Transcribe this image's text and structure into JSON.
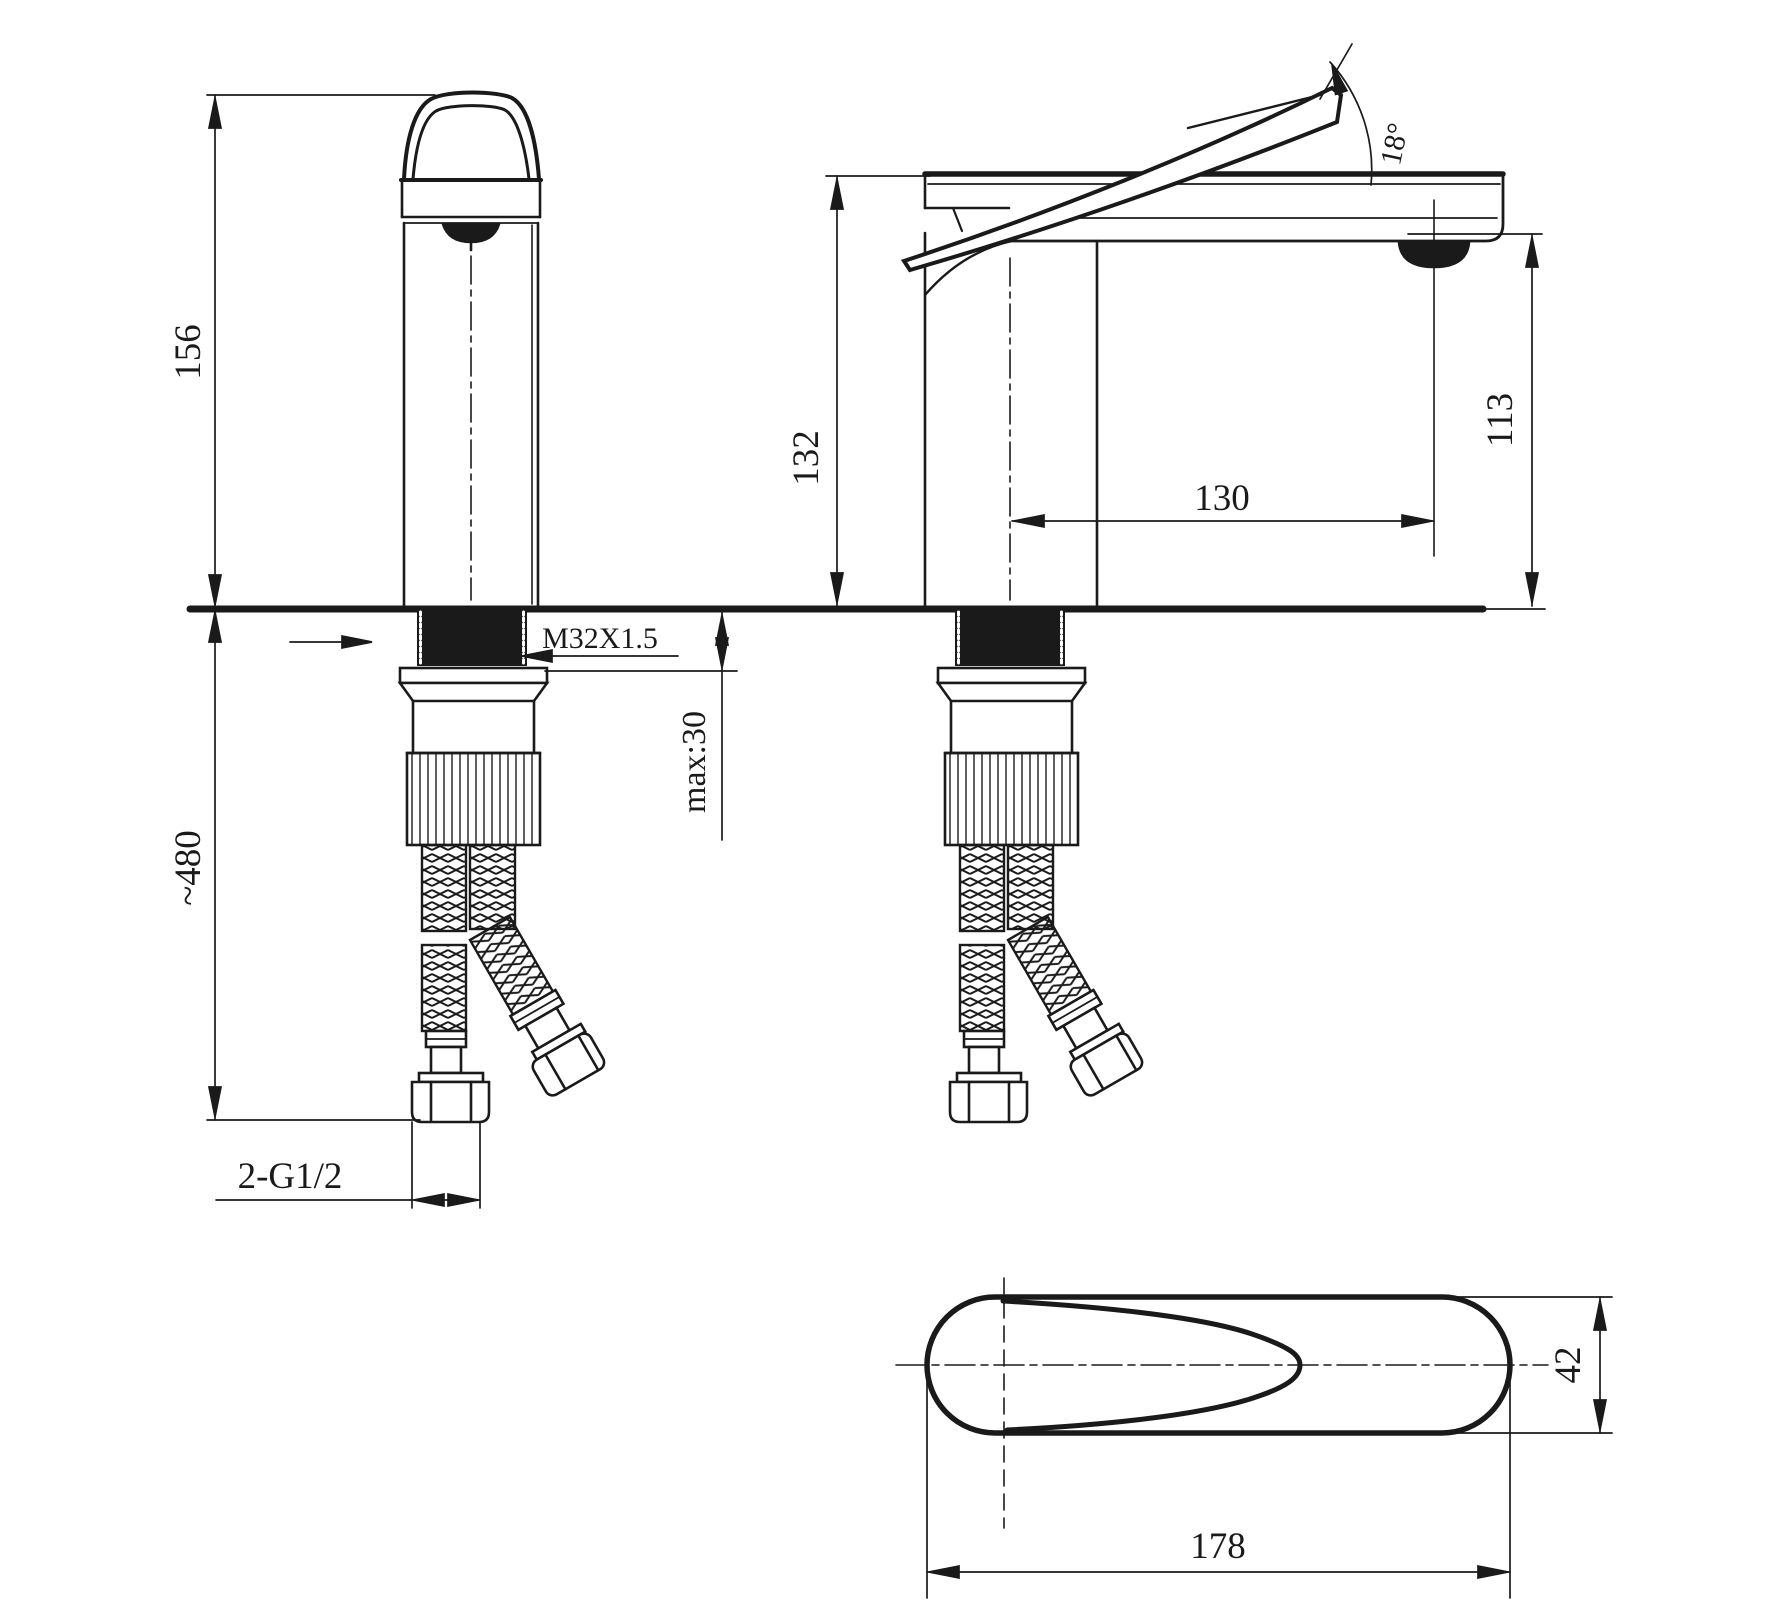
{
  "drawing": {
    "background": "#ffffff",
    "ink": "#1a1a1a",
    "front_view": {
      "height_above_deck": "156",
      "below_deck_length": "~480",
      "shank_thread": "M32X1.5",
      "max_deck_thickness": "max:30",
      "hose_thread": "2-G1/2"
    },
    "side_view": {
      "overall_height": "132",
      "spout_reach": "130",
      "outlet_height": "113",
      "handle_angle": "18°"
    },
    "top_view": {
      "length": "178",
      "width": "42"
    }
  }
}
